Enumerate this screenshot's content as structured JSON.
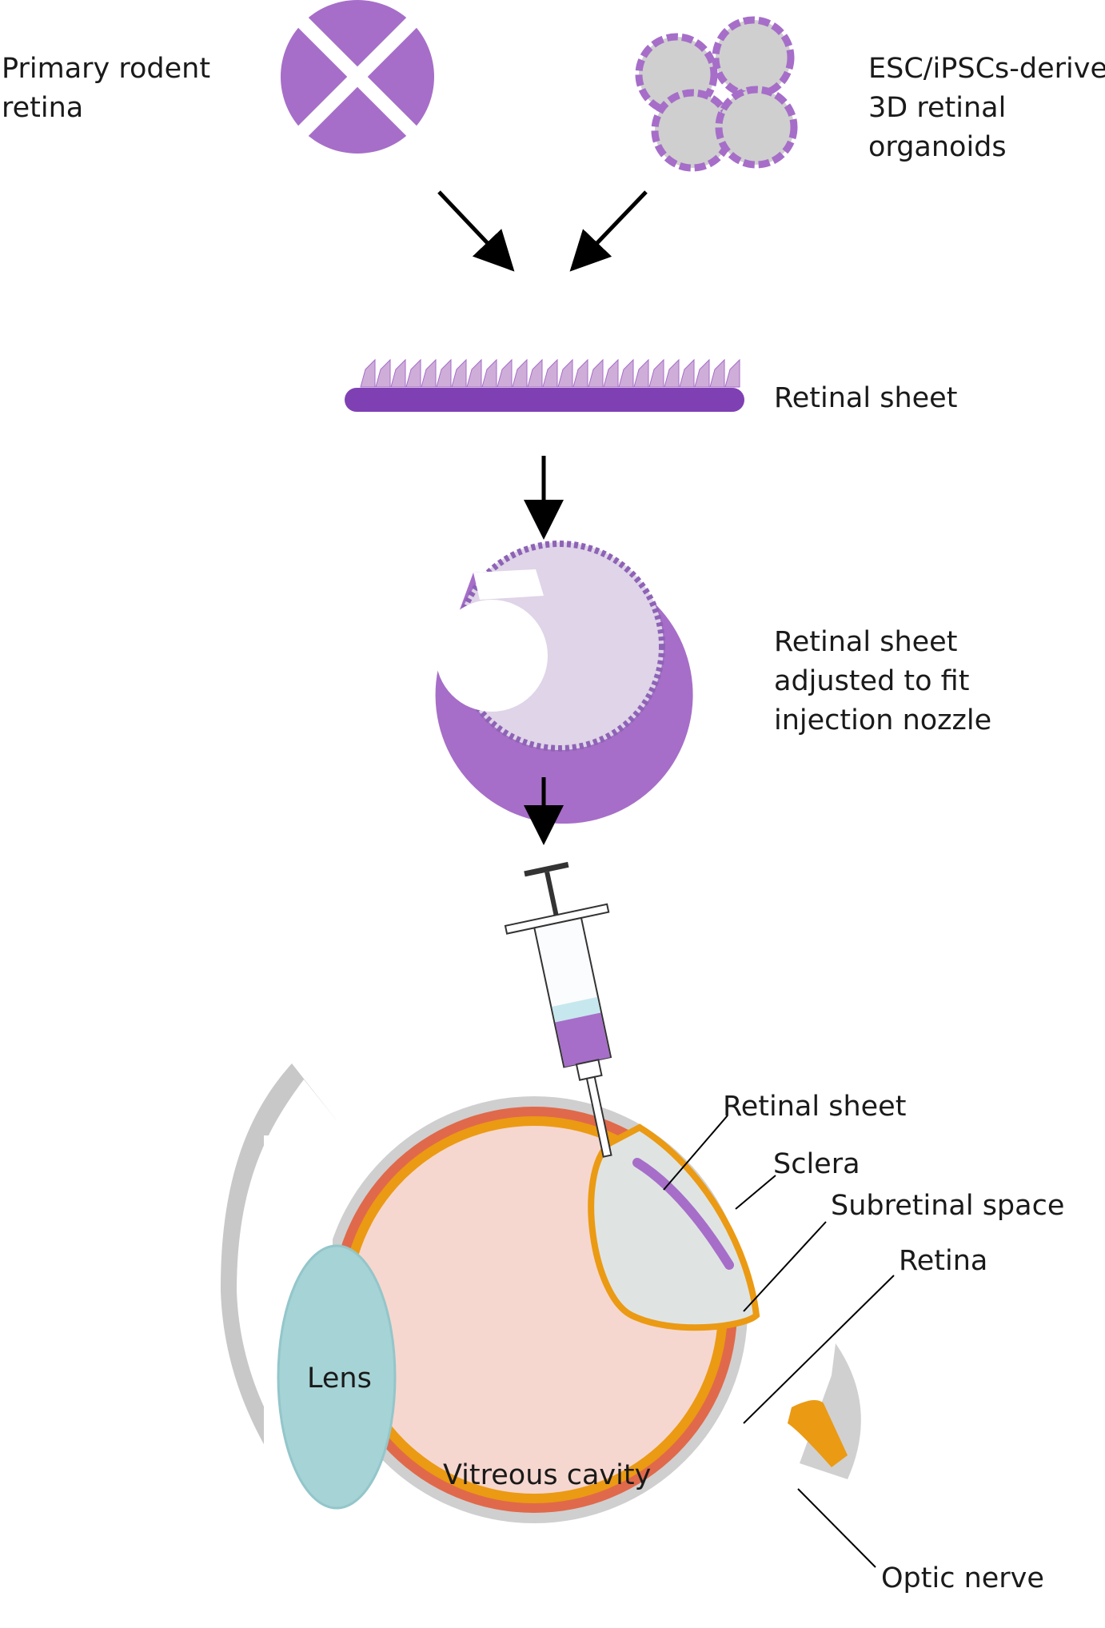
{
  "colors": {
    "purple_dark": "#7f40b4",
    "purple": "#a66ec8",
    "purple_light": "#cfadd9",
    "lavender": "#dfd4e8",
    "gray_shell": "#c8c8c8",
    "sclera_gray": "#d4d4d4",
    "choroid_red": "#e0694b",
    "retina_orange": "#eb9a13",
    "vitreous_pink": "#f6d7cf",
    "lens_teal": "#a6d3d6",
    "bleb_gray": "#dfe4e3",
    "syringe_blue": "#c6e7ee"
  },
  "icons": [
    "rodent-retina-icon",
    "retinal-organoids-icon",
    "retinal-sheet-icon",
    "rolled-sheet-icon",
    "syringe-icon",
    "eye-cross-section-icon",
    "arrow-down-icon"
  ],
  "labels": {
    "primary_retina": [
      "Primary rodent",
      "retina"
    ],
    "organoids": [
      "ESC/iPSCs-derived",
      "3D retinal",
      "organoids"
    ],
    "retinal_sheet": "Retinal sheet",
    "adjusted": [
      "Retinal sheet",
      "adjusted to fit",
      "injection nozzle"
    ],
    "eye_sheet": "Retinal sheet",
    "sclera": "Sclera",
    "subretinal": "Subretinal space",
    "retina": "Retina",
    "lens": "Lens",
    "vitreous": "Vitreous cavity",
    "optic_nerve": "Optic nerve"
  }
}
